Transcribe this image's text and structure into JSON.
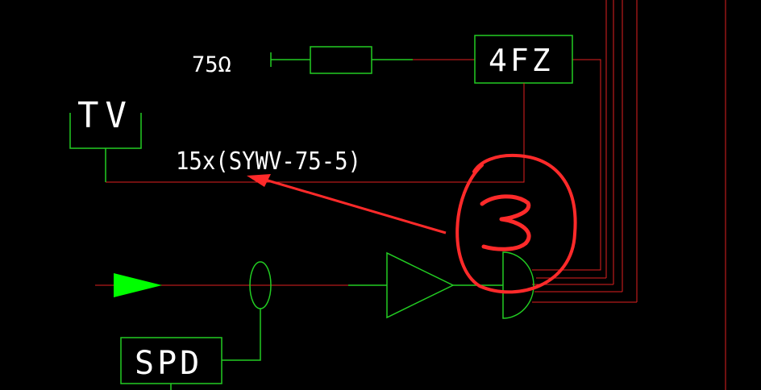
{
  "colors": {
    "background": "#000000",
    "wire": "#e0201f",
    "symbol": "#22cc22",
    "text": "#ffffff",
    "annotation": "#ff2a2a",
    "signal": "#00ff00"
  },
  "labels": {
    "terminator": "75Ω",
    "splitter": "4FZ",
    "tv": "TV",
    "cable": "15x(SYWV-75-5)",
    "spd": "SPD",
    "annotation": "3"
  },
  "icons": {
    "terminator": "terminator-icon",
    "resistor": "resistor-icon",
    "tv_outlet": "tv-outlet-icon",
    "amplifier": "amplifier-icon",
    "coupler": "coupler-icon",
    "signal_source": "signal-arrow-icon",
    "surge_protector": "spd-icon"
  }
}
